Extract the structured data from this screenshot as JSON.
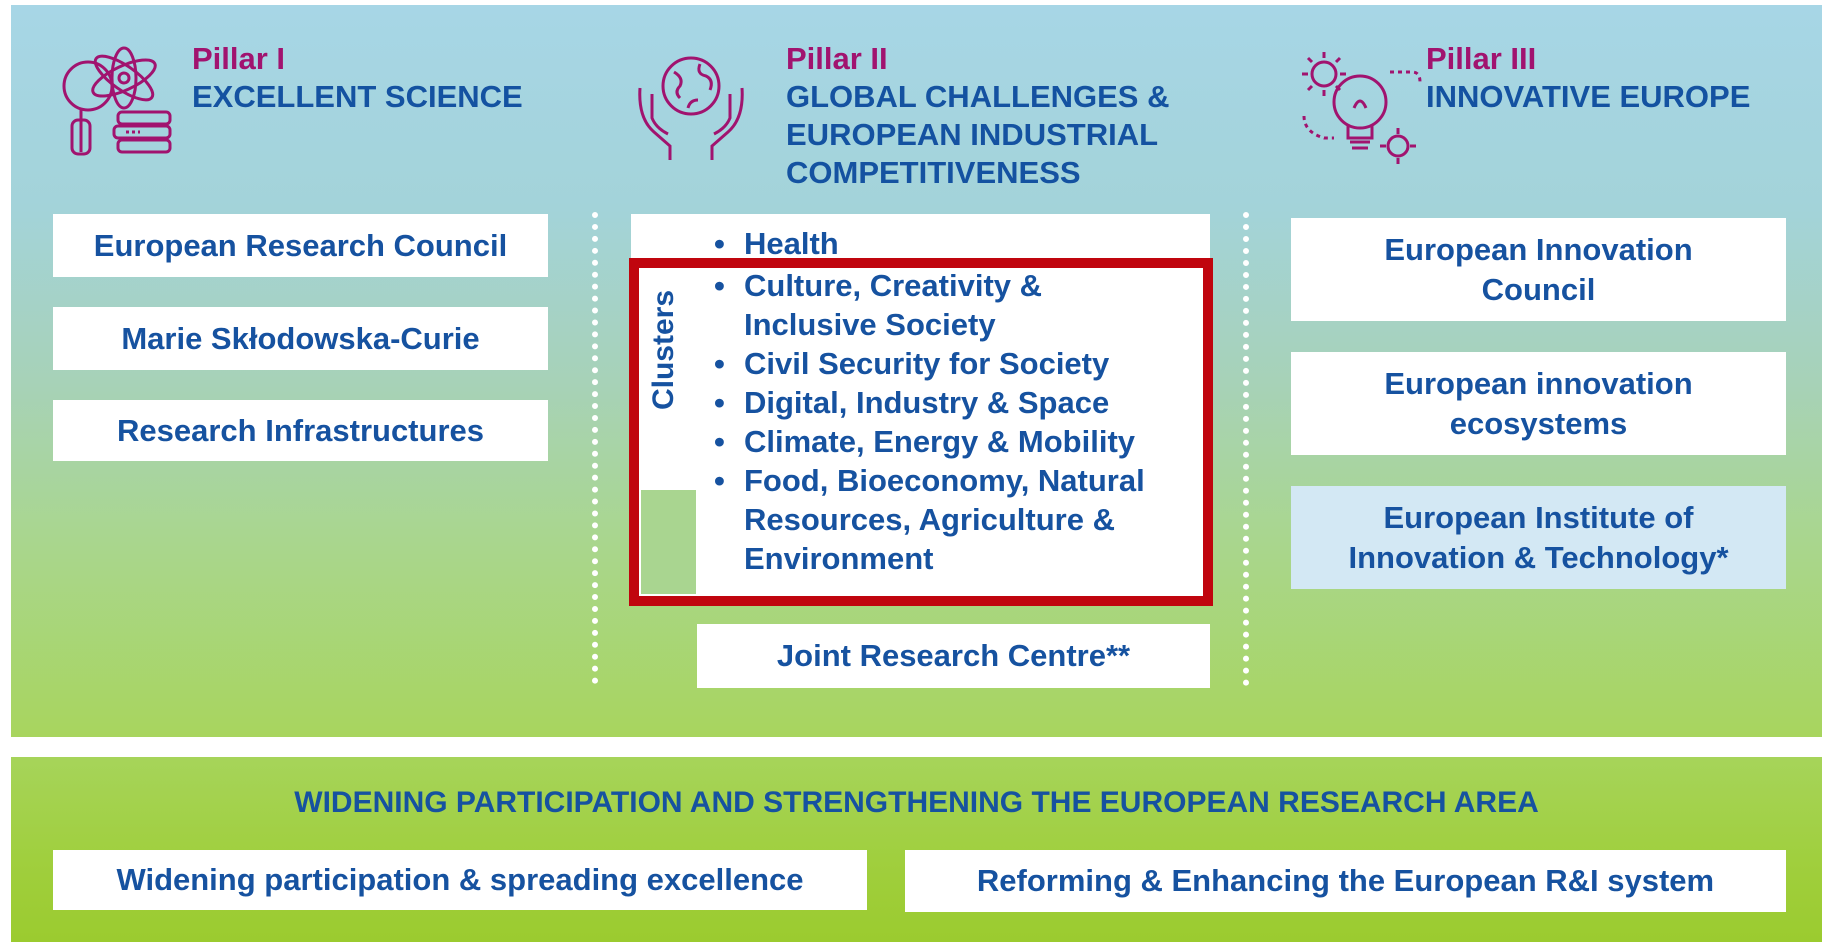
{
  "colors": {
    "pillar_label": "#a1136f",
    "text_blue": "#1652a0",
    "highlight_red": "#c0050e",
    "icon_purple": "#a1136f"
  },
  "pillar1": {
    "label": "Pillar I",
    "title": "EXCELLENT SCIENCE",
    "icon": "science-icon",
    "boxes": [
      "European Research Council",
      "Marie Skłodowska-Curie",
      "Research Infrastructures"
    ]
  },
  "pillar2": {
    "label": "Pillar II",
    "title": "GLOBAL CHALLENGES &\nEUROPEAN INDUSTRIAL\nCOMPETITIVENESS",
    "icon": "globe-hands-icon",
    "clusters_label": "Clusters",
    "clusters": [
      "Health",
      "Culture, Creativity &\nInclusive Society",
      "Civil Security for Society",
      "Digital, Industry & Space",
      "Climate, Energy & Mobility",
      "Food, Bioeconomy, Natural\nResources, Agriculture &\nEnvironment"
    ],
    "jrc": "Joint Research Centre**"
  },
  "pillar3": {
    "label": "Pillar III",
    "title": "INNOVATIVE EUROPE",
    "icon": "gears-lightbulb-icon",
    "boxes": [
      "European Innovation\nCouncil",
      "European innovation\necosystems",
      "European Institute of\nInnovation & Technology*"
    ]
  },
  "widening": {
    "title": "WIDENING PARTICIPATION AND STRENGTHENING THE EUROPEAN RESEARCH AREA",
    "boxes": [
      "Widening participation & spreading excellence",
      "Reforming & Enhancing the European R&I system"
    ]
  }
}
